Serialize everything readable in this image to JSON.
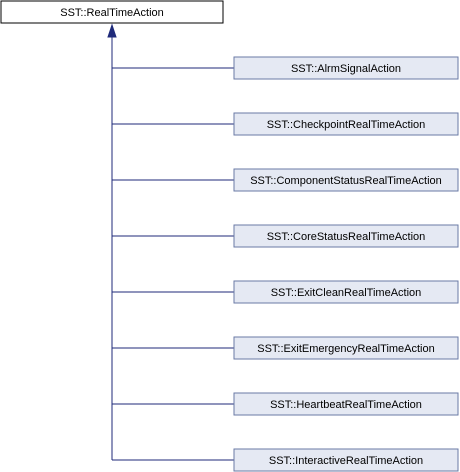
{
  "diagram": {
    "base_class": "SST::RealTimeAction",
    "derived_classes": [
      "SST::AlrmSignalAction",
      "SST::CheckpointRealTimeAction",
      "SST::ComponentStatusRealTimeAction",
      "SST::CoreStatusRealTimeAction",
      "SST::ExitCleanRealTimeAction",
      "SST::ExitEmergencyRealTimeAction",
      "SST::HeartbeatRealTimeAction",
      "SST::InteractiveRealTimeAction"
    ]
  }
}
